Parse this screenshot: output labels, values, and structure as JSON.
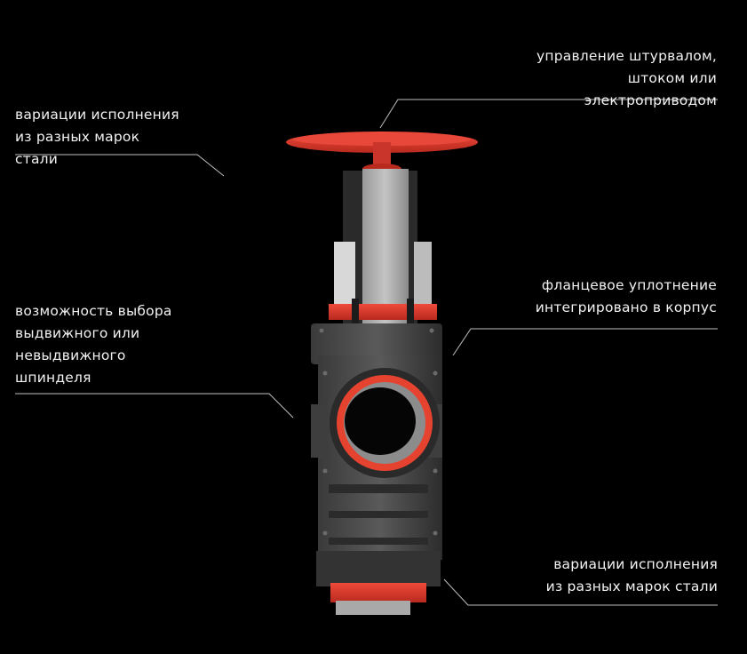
{
  "background": "#000000",
  "accent": "#d93a2b",
  "callouts": {
    "top_left": "вариации исполнения\nиз разных марок\nстали",
    "mid_left": "возможность выбора\nвыдвижного или\nневыдвижного\nшпинделя",
    "top_right": "управление штурвалом,\nштоком или\nэлектроприводом",
    "mid_right": "фланцевое уплотнение\nинтегрировано в корпус",
    "bottom_right": "вариации исполнения\nиз разных марок стали"
  }
}
